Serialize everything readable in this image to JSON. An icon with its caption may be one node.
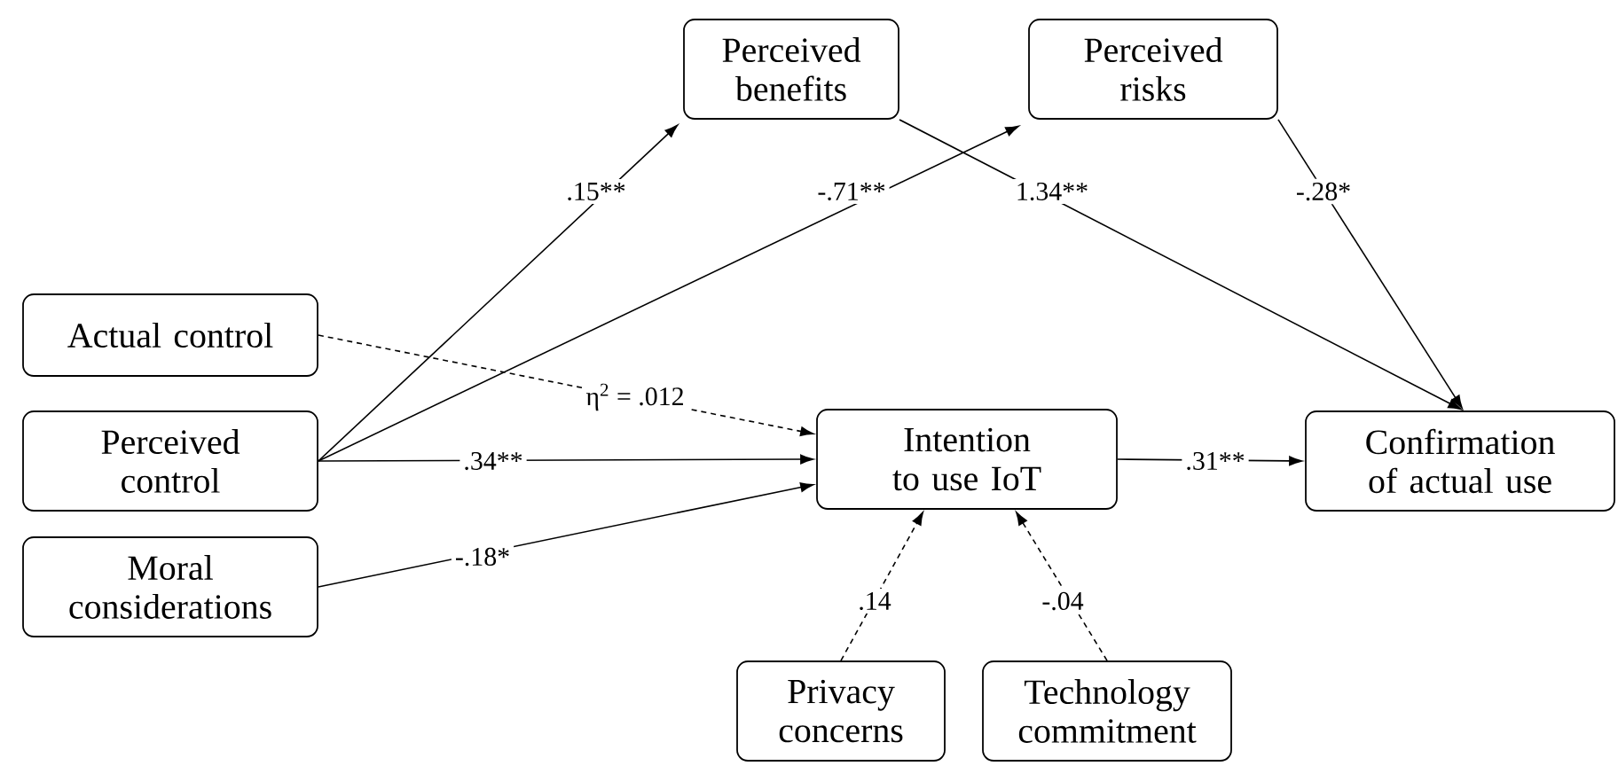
{
  "diagram": {
    "nodes": [
      {
        "text": [
          "Perceived benefits"
        ]
      },
      {
        "text": [
          "Perceived risks"
        ]
      },
      {
        "text": [
          "Actual control"
        ]
      },
      {
        "text": [
          "Perceived control"
        ]
      },
      {
        "text": [
          "Moral considerations"
        ]
      },
      {
        "text": [
          "Intention to use IoT"
        ]
      },
      {
        "text": [
          "Confirmation of actual use"
        ]
      },
      {
        "text": [
          "Privacy concerns"
        ]
      },
      {
        "text": [
          "Technology commitment"
        ]
      }
    ],
    "edges": [
      {
        "from": 3,
        "to": 0,
        "arrow": "to",
        "label": ".15**"
      },
      {
        "from": 3,
        "to": 1,
        "arrow": "to",
        "label": "-.71**"
      },
      {
        "from": 2,
        "to": 5,
        "arrow": "to",
        "label": "η$^{2}$ = .012",
        "style": "dashed"
      },
      {
        "from": 3,
        "to": 5,
        "arrow": "to",
        "label": ".34**"
      },
      {
        "from": 4,
        "to": 5,
        "arrow": "to",
        "label": "-.18*"
      },
      {
        "from": 0,
        "to": 6,
        "arrow": "to",
        "label": "1.34**"
      },
      {
        "from": 1,
        "to": 6,
        "arrow": "to",
        "label": "-.28*"
      },
      {
        "from": 5,
        "to": 6,
        "arrow": "to",
        "label": ".31**"
      },
      {
        "from": 7,
        "to": 5,
        "arrow": "to",
        "label": ".14",
        "style": "dashed"
      },
      {
        "from": 8,
        "to": 5,
        "arrow": "to",
        "label": "-.04",
        "style": "dashed"
      }
    ]
  }
}
